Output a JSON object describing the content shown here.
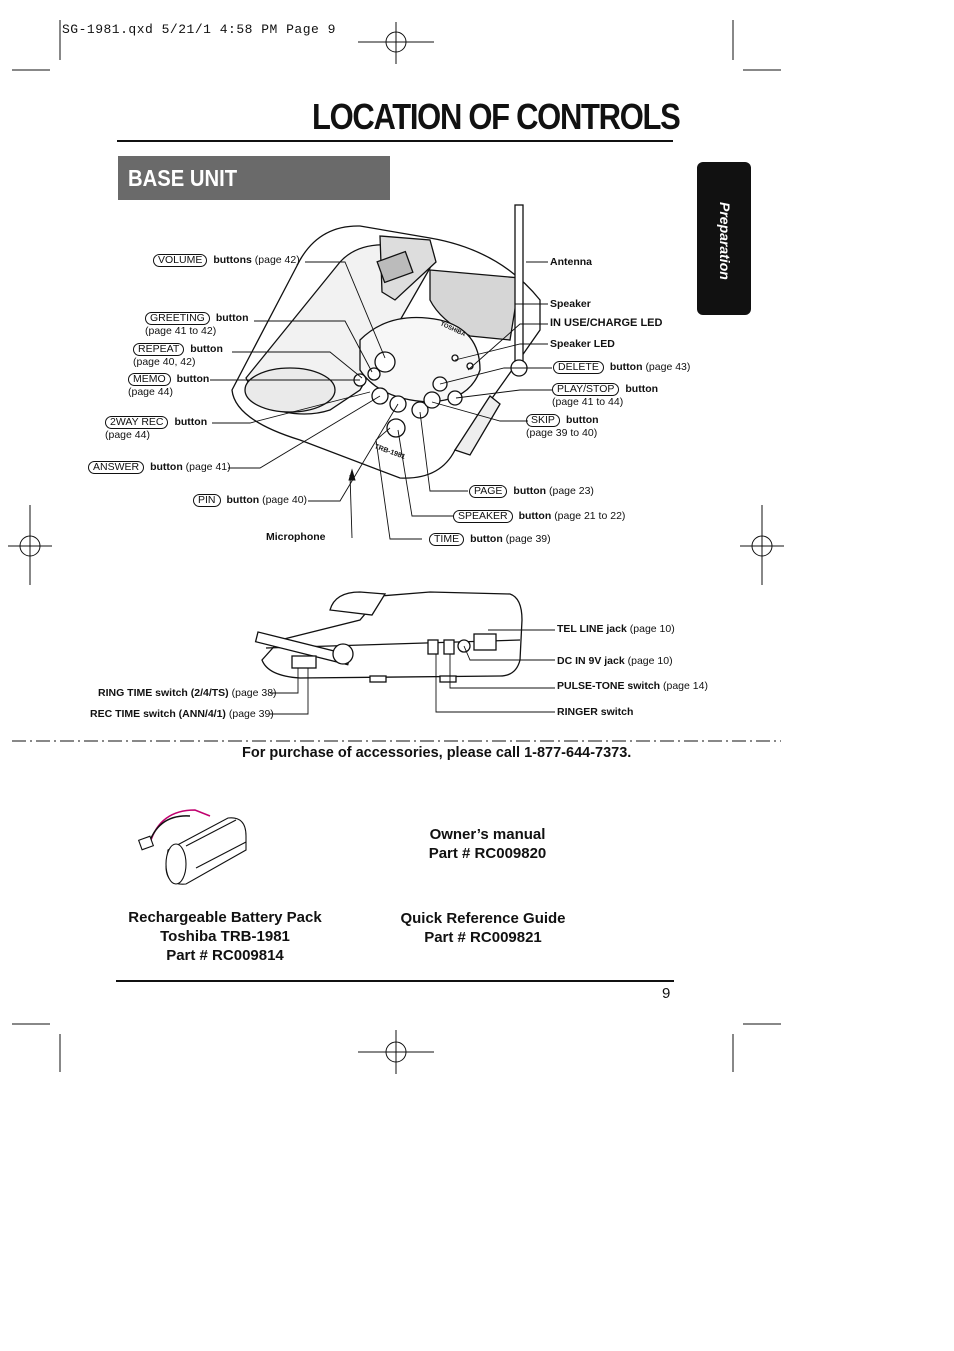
{
  "header": {
    "file_info": "SG-1981.qxd  5/21/1 4:58 PM  Page 9"
  },
  "title": "LOCATION OF CONTROLS",
  "section": "BASE UNIT",
  "side_tab": "Preparation",
  "labels": {
    "volume": {
      "key": "VOLUME",
      "word": "buttons",
      "ref": "(page 42)"
    },
    "greeting": {
      "key": "GREETING",
      "word": "button",
      "ref": "(page 41 to 42)"
    },
    "repeat": {
      "key": "REPEAT",
      "word": "button",
      "ref": "(page 40, 42)"
    },
    "memo": {
      "key": "MEMO",
      "word": "button",
      "ref": "(page 44)"
    },
    "twoway": {
      "key": "2WAY REC",
      "word": "button",
      "ref": "(page 44)"
    },
    "answer": {
      "key": "ANSWER",
      "word": "button",
      "ref": "(page 41)"
    },
    "pin": {
      "key": "PIN",
      "word": "button",
      "ref": "(page 40)"
    },
    "microphone": "Microphone",
    "antenna": "Antenna",
    "speaker": "Speaker",
    "in_use_led": "IN USE/CHARGE LED",
    "speaker_led": "Speaker LED",
    "delete": {
      "key": "DELETE",
      "word": "button",
      "ref": "(page 43)"
    },
    "playstop": {
      "key": "PLAY/STOP",
      "word": "button",
      "ref": "(page 41 to 44)"
    },
    "skip": {
      "key": "SKIP",
      "word": "button",
      "ref": "(page 39 to 40)"
    },
    "page": {
      "key": "PAGE",
      "word": "button",
      "ref": "(page 23)"
    },
    "speakerbtn": {
      "key": "SPEAKER",
      "word": "button",
      "ref": "(page 21 to 22)"
    },
    "time": {
      "key": "TIME",
      "word": "button",
      "ref": "(page 39)"
    }
  },
  "rear_labels": {
    "tel_line": {
      "name": "TEL LINE jack",
      "ref": "(page 10)"
    },
    "dc_in": {
      "name": "DC IN 9V jack",
      "ref": "(page 10)"
    },
    "pulse_tone": {
      "name": "PULSE-TONE switch",
      "ref": "(page 14)"
    },
    "ringer": {
      "name": "RINGER switch"
    },
    "ring_time": {
      "name": "RING TIME switch (2/4/TS)",
      "ref": "(page 38)"
    },
    "rec_time": {
      "name": "REC TIME switch (ANN/4/1)",
      "ref": "(page 39)"
    }
  },
  "accessories": {
    "notice": "For purchase of accessories, please call 1-877-644-7373.",
    "owners_manual": [
      "Owner’s manual",
      "Part # RC009820"
    ],
    "battery": [
      "Rechargeable Battery Pack",
      "Toshiba TRB-1981",
      "Part # RC009814"
    ],
    "quick_ref": [
      "Quick Reference Guide",
      "Part # RC009821"
    ]
  },
  "page_number": "9"
}
